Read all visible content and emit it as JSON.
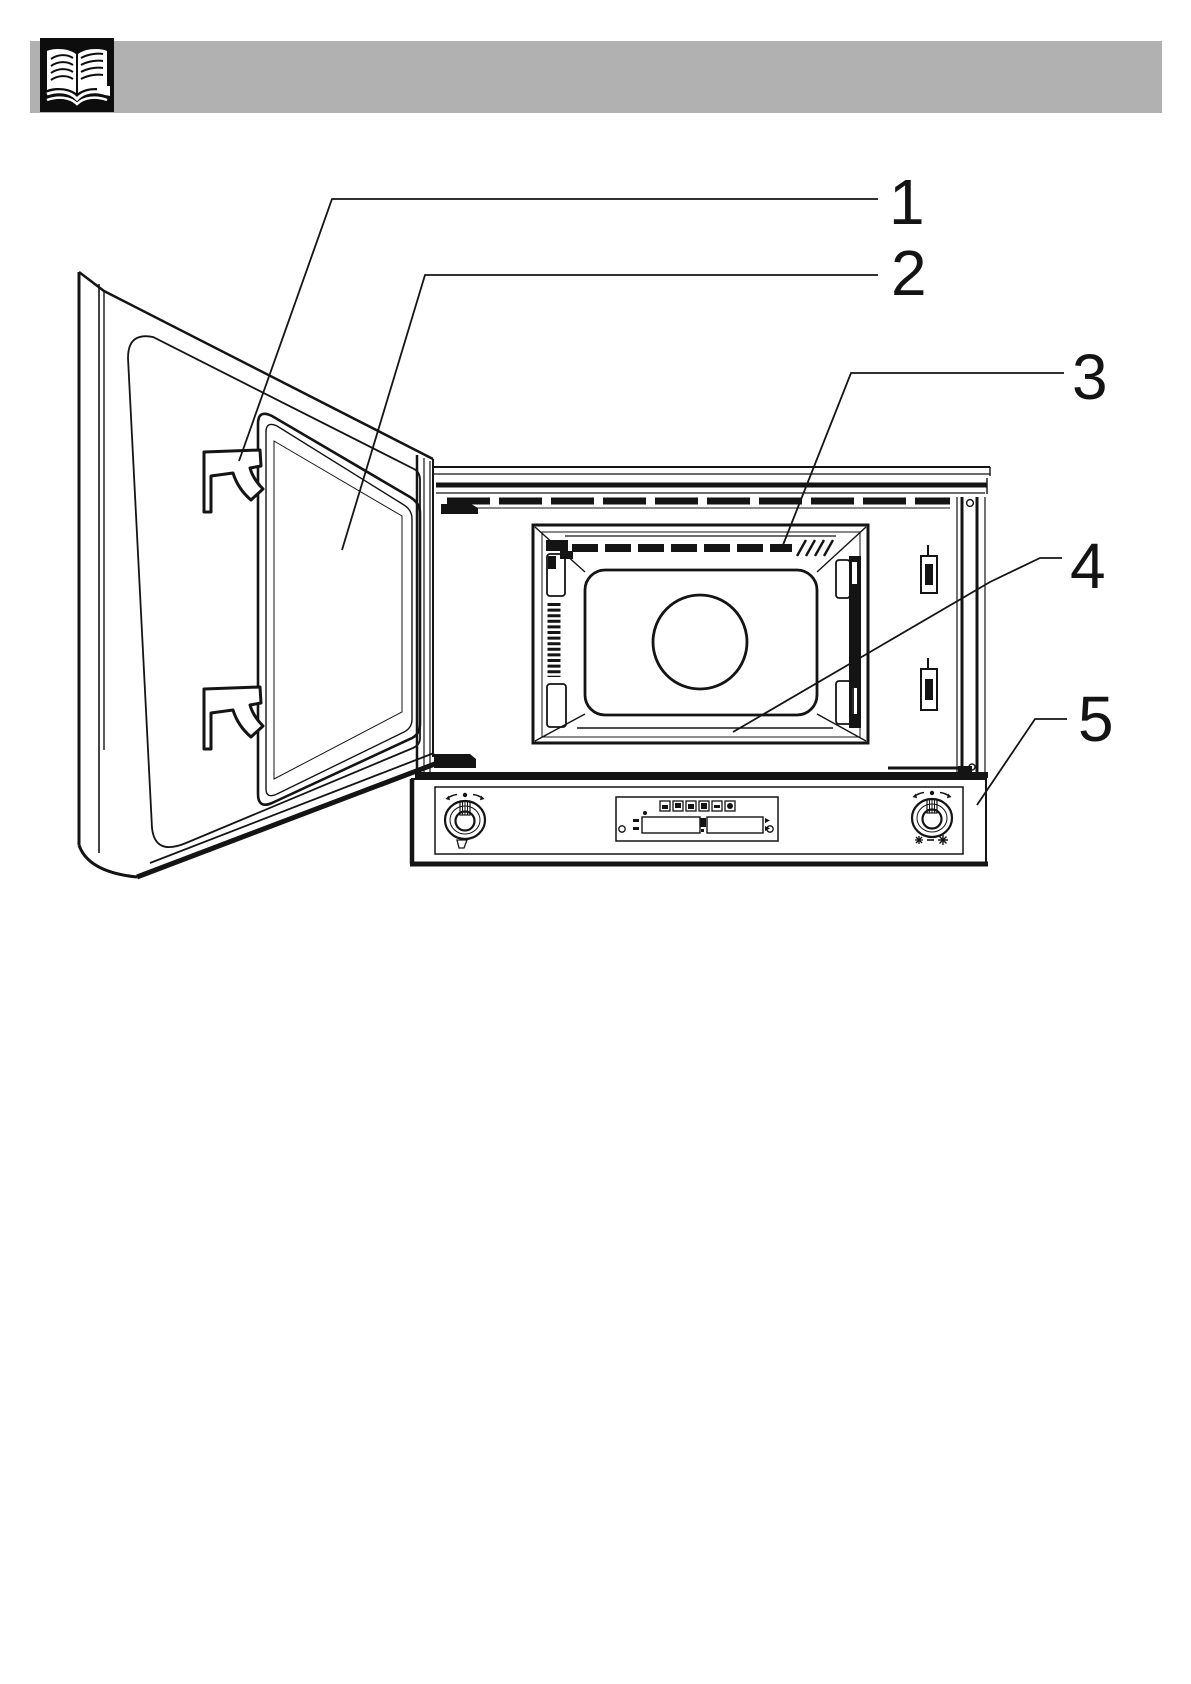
{
  "header": {
    "icon": "open-book",
    "bar_color": "#b1b1b1",
    "icon_bg": "#0d0d0d"
  },
  "figure": {
    "type": "exploded parts diagram",
    "subject": "built-in microwave oven, front view with door open",
    "line_color": "#141414",
    "callouts": [
      {
        "label": "1",
        "target": "door latch hook"
      },
      {
        "label": "2",
        "target": "door window"
      },
      {
        "label": "3",
        "target": "grill element at cavity ceiling"
      },
      {
        "label": "4",
        "target": "cavity base / floor plate"
      },
      {
        "label": "5",
        "target": "control panel"
      }
    ]
  }
}
